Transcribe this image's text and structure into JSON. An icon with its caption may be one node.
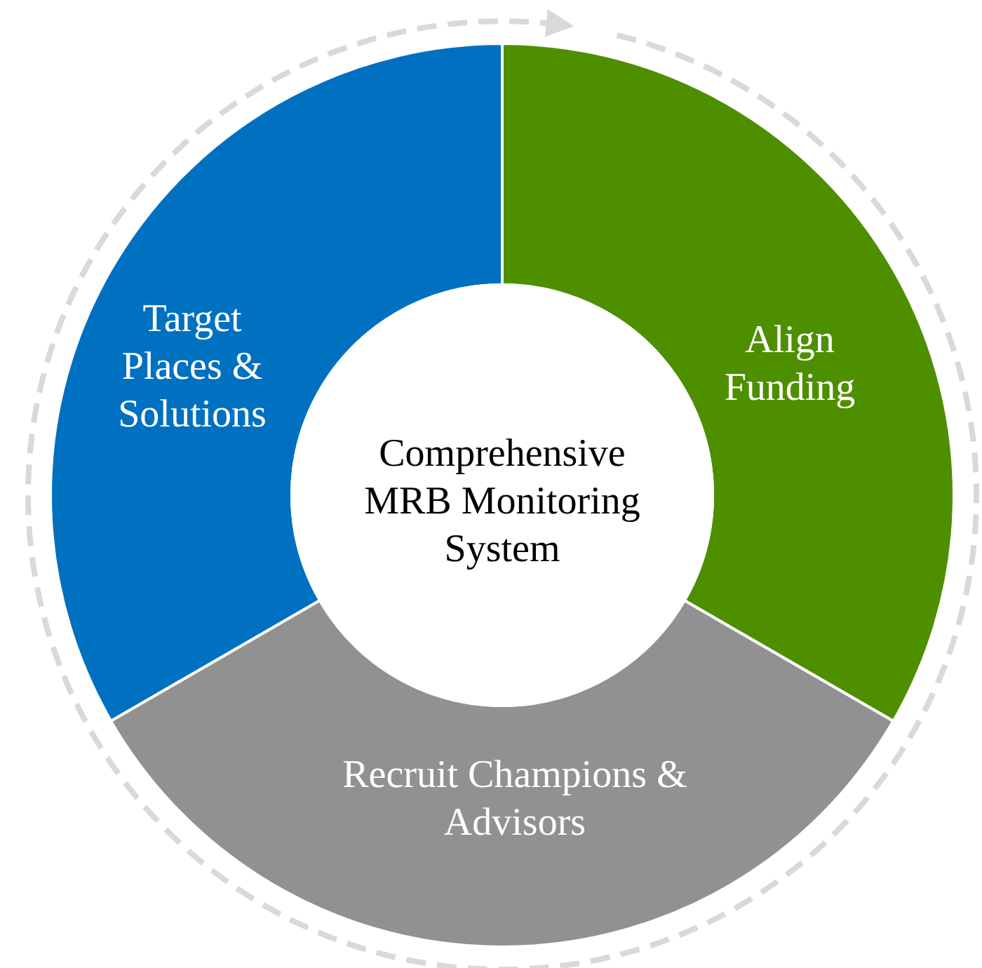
{
  "diagram": {
    "nodes": [
      {
        "text": [
          "Target Places & Solutions"
        ]
      },
      {
        "text": [
          "Align Funding"
        ]
      },
      {
        "text": [
          "Comprehensive MRB Monitoring System"
        ]
      },
      {
        "text": [
          "Recruit Champions & Advisors"
        ]
      }
    ]
  }
}
